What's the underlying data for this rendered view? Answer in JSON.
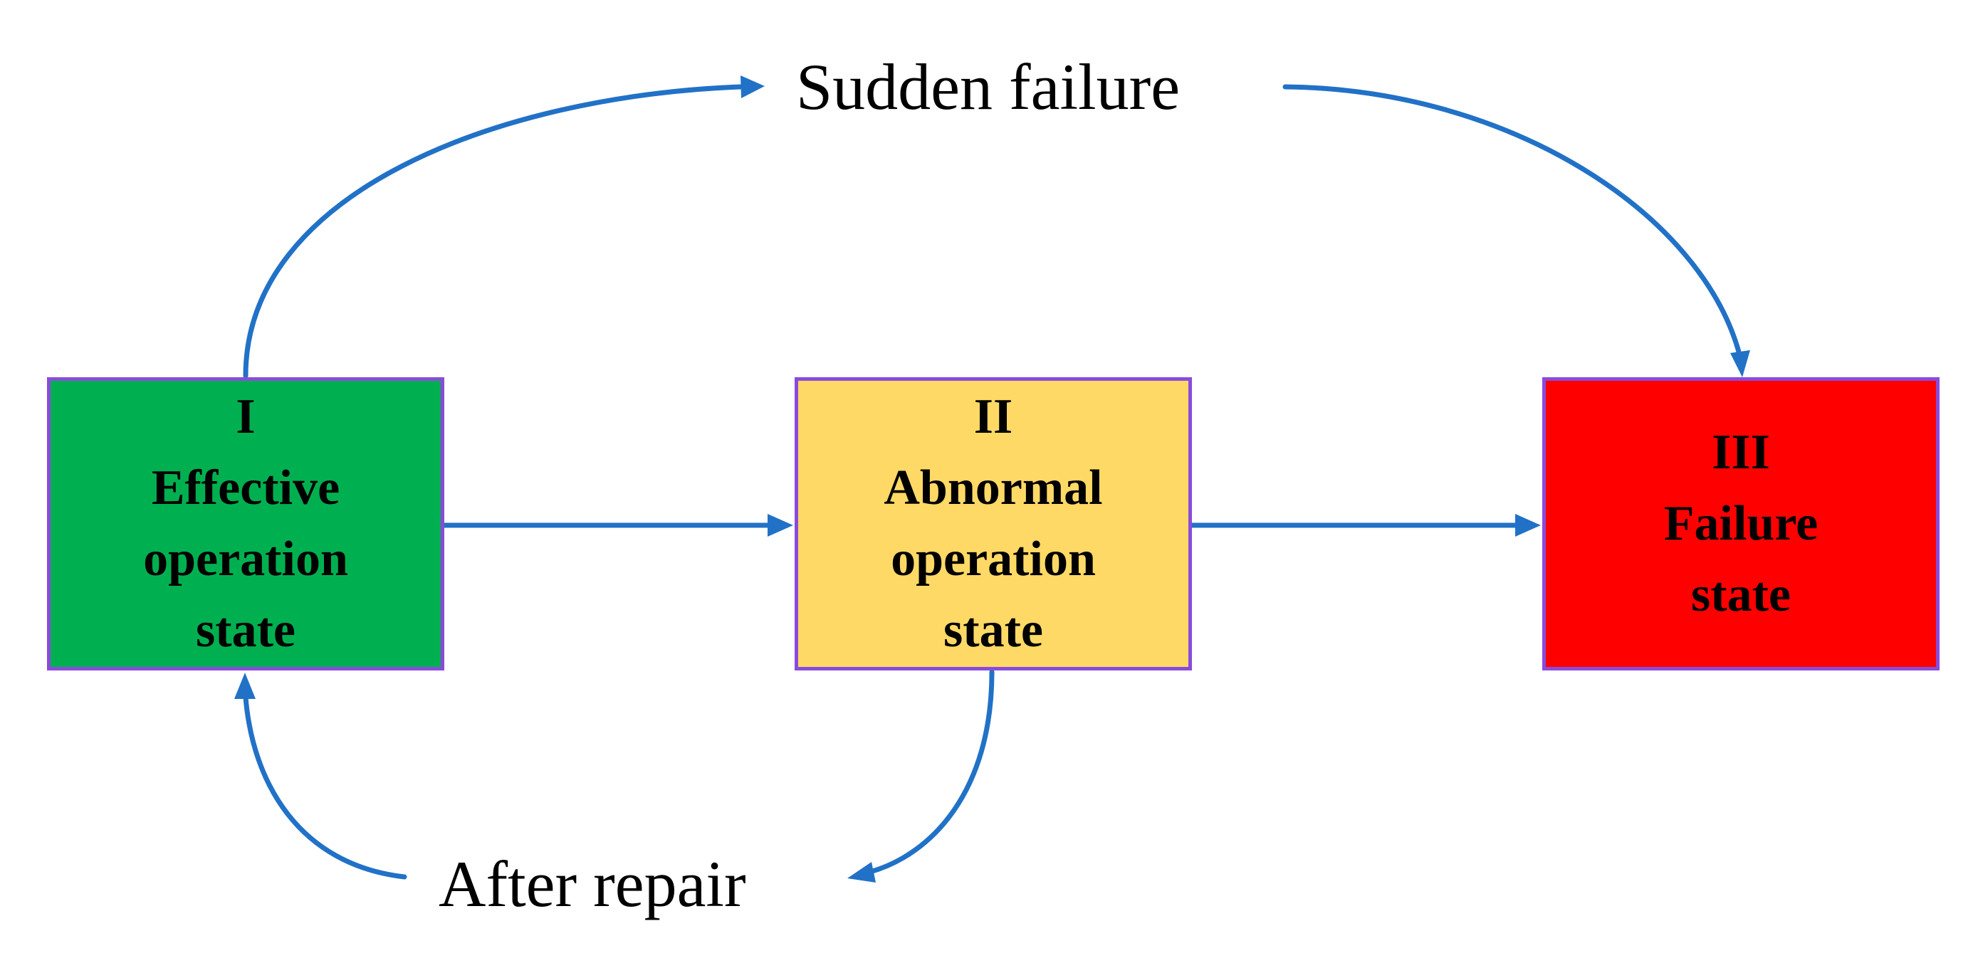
{
  "states": [
    {
      "id": "I",
      "lines": [
        "I",
        "Effective",
        "operation",
        "state"
      ],
      "color": "#00b050"
    },
    {
      "id": "II",
      "lines": [
        "II",
        "Abnormal",
        "operation",
        "state"
      ],
      "color": "#ffd966"
    },
    {
      "id": "III",
      "lines": [
        "III",
        "Failure",
        "state"
      ],
      "color": "#ff0000"
    }
  ],
  "transitions": {
    "sudden_failure": "Sudden failure",
    "after_repair": "After repair"
  },
  "colors": {
    "arrow": "#2171c7",
    "box_border": "#8a4bdc"
  }
}
